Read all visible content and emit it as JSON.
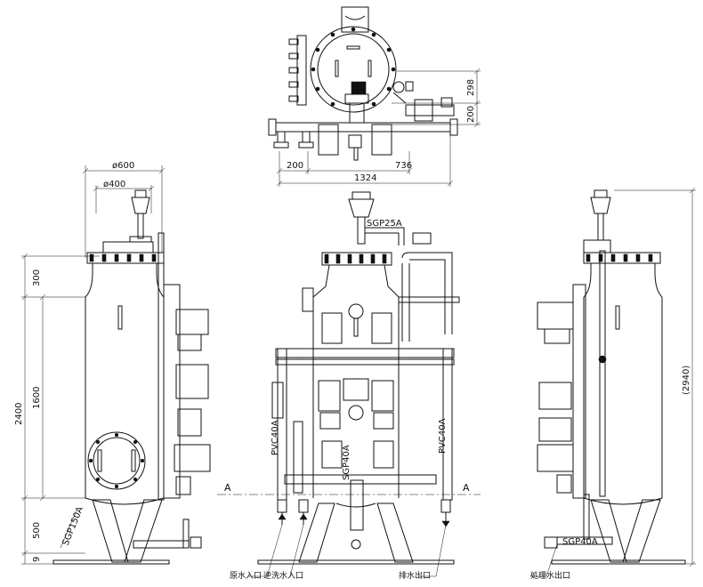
{
  "dimensions": {
    "top_view": {
      "h1": "298",
      "h2": "200",
      "w1": "200",
      "w2": "736",
      "w3": "1324"
    },
    "left_view": {
      "dia_outer": "ø600",
      "dia_inner": "ø400",
      "v300": "300",
      "v1600": "1600",
      "v2400": "2400",
      "v500": "500",
      "v9": "9",
      "pipe": "SGP150A"
    },
    "front_view": {
      "pipe_top": "SGP25A",
      "pipe_left": "PVC40A",
      "pipe_mid": "SGP40A",
      "pipe_right": "PVC40A",
      "section_left": "A",
      "section_right": "A"
    },
    "right_view": {
      "overall_height": "(2940)",
      "pipe": "SGP40A"
    }
  },
  "labels": {
    "raw_water_inlet": "原水入口",
    "backwash_inlet": "逆洗水入口",
    "drain_outlet": "排水出口",
    "treated_outlet": "処理水出口"
  }
}
